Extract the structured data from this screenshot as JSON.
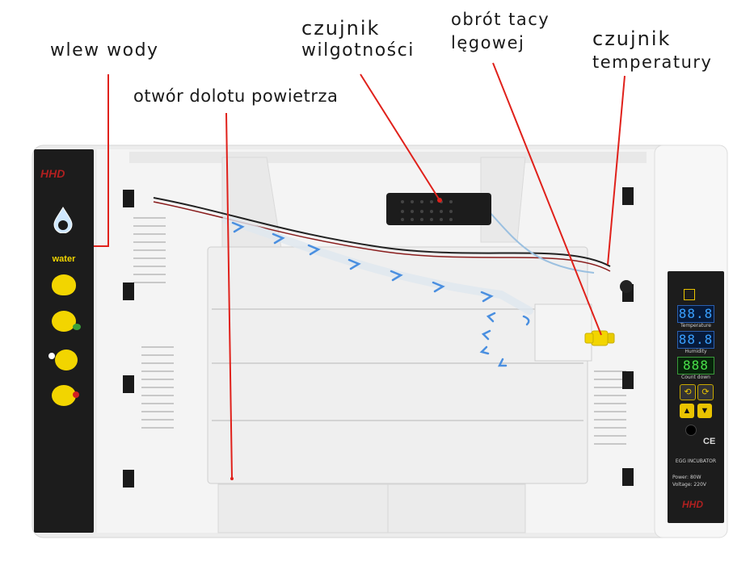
{
  "labels": {
    "water_inlet": "wlew wody",
    "air_inlet": "otwór dolotu powietrza",
    "humidity_sensor_line1": "czujnik",
    "humidity_sensor_line2": "wilgotności",
    "tray_rotation_line1": "obrót tacy",
    "tray_rotation_line2": "lęgowej",
    "temp_sensor_line1": "czujnik",
    "temp_sensor_line2": "temperatury"
  },
  "left_panel": {
    "brand": "HHD",
    "water_label": "water",
    "icons": [
      "water-drop-icon",
      "chick-hatching-icon",
      "chick-leaf-icon",
      "chick-ball-icon",
      "chick-red-icon"
    ]
  },
  "control_panel": {
    "temperature_display": "88.8",
    "temperature_label": "Temperature",
    "humidity_display": "88.8",
    "humidity_label": "Humidity",
    "countdown_display": "888",
    "countdown_label": "Count down",
    "ce_mark": "CE",
    "product": "EGG INCUBATOR",
    "power": "Power: 80W",
    "voltage": "Voltage: 220V",
    "brand": "HHD",
    "buttons": [
      "set-button",
      "turn-button",
      "up-button",
      "down-button"
    ]
  },
  "colors": {
    "annotation_line": "#e0211b",
    "airflow_arrow": "#4a8fe0",
    "panel_dark": "#1c1c1c",
    "body_white": "#f2f2f2",
    "accent_yellow": "#f2d500",
    "display_blue": "#39a0ff",
    "display_green": "#49e04a"
  }
}
